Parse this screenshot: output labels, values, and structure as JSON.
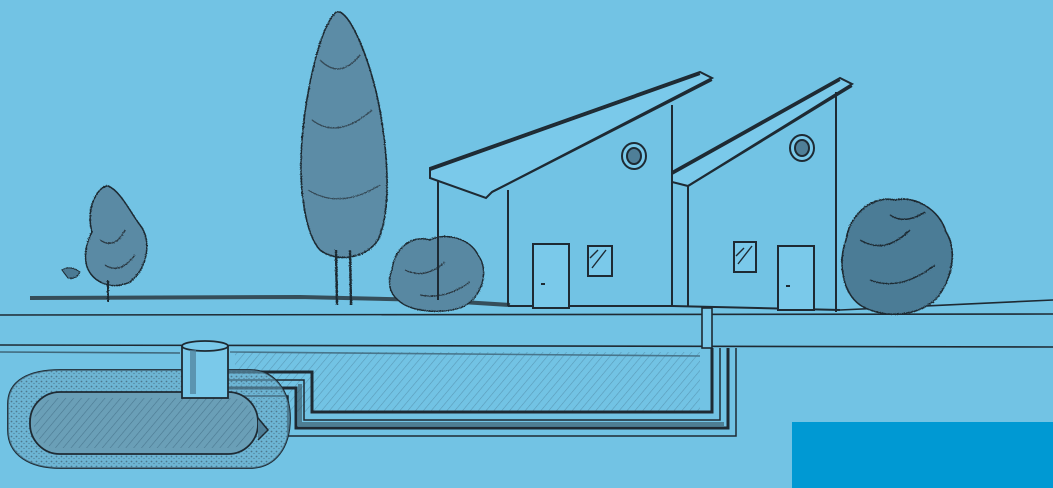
{
  "image": {
    "kind": "pencil sketch illustration",
    "background_color": "#72c3e4",
    "line_color": "#1e2a33",
    "shade_color": "#4f7f98",
    "accent_block_color": "#0099d3"
  },
  "scene": {
    "elements": [
      "two-houses-with-mono-pitch-roofs",
      "tall-poplar-tree",
      "small-tree-left",
      "bush-between",
      "bush-right",
      "ground-line",
      "underground-tank",
      "buried-pipes",
      "pipe-riser"
    ]
  }
}
